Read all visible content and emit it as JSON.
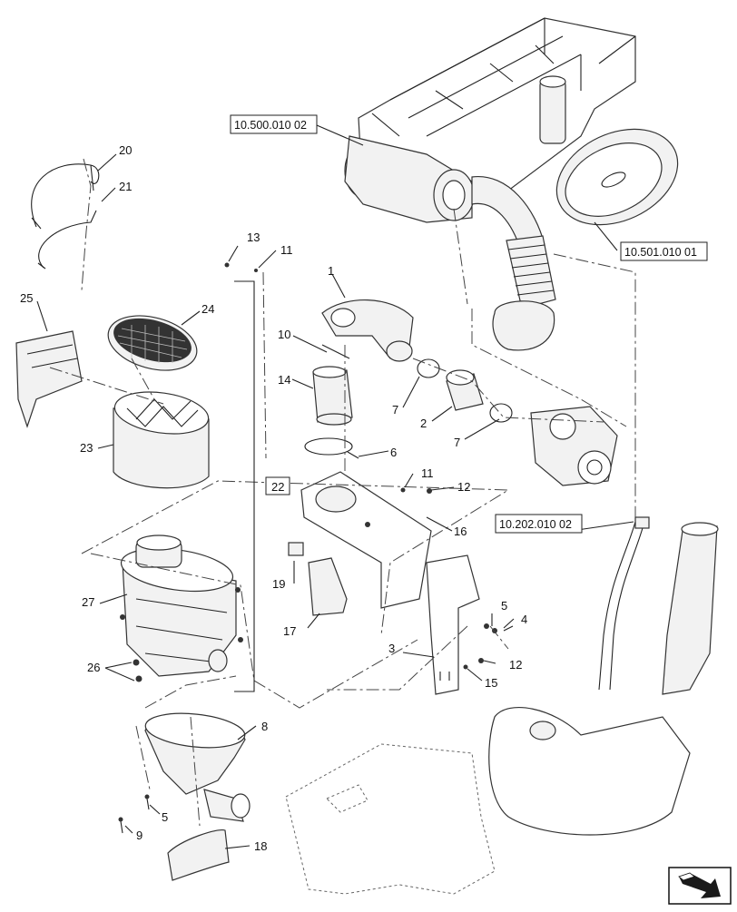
{
  "references": [
    {
      "id": "ref-10-500",
      "text": "10.500.010 02"
    },
    {
      "id": "ref-10-501",
      "text": "10.501.010 01"
    },
    {
      "id": "ref-10-202",
      "text": "10.202.010 02"
    }
  ],
  "callouts": {
    "c1": "1",
    "c2": "2",
    "c3": "3",
    "c4": "4",
    "c5a": "5",
    "c5b": "5",
    "c6": "6",
    "c7a": "7",
    "c7b": "7",
    "c8": "8",
    "c9": "9",
    "c10": "10",
    "c11a": "11",
    "c11b": "11",
    "c12a": "12",
    "c12b": "12",
    "c13": "13",
    "c14": "14",
    "c15": "15",
    "c16": "16",
    "c17": "17",
    "c18": "18",
    "c19": "19",
    "c20": "20",
    "c21": "21",
    "c22": "22",
    "c23": "23",
    "c24": "24",
    "c25": "25",
    "c26": "26",
    "c27": "27"
  },
  "icons": {
    "corner": "next-page-arrow-icon"
  }
}
